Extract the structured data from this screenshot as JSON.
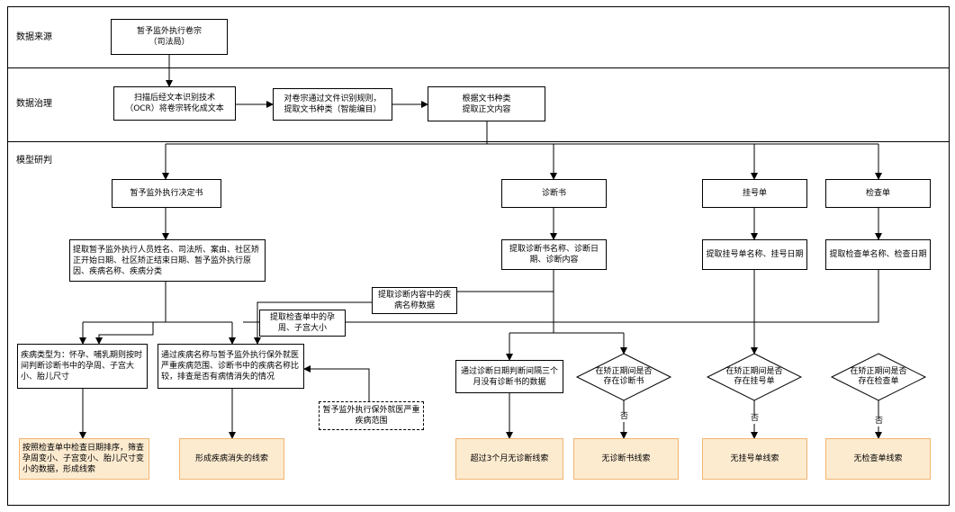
{
  "lanes": {
    "source": "数据来源",
    "governance": "数据治理",
    "research": "模型研判"
  },
  "boxes": {
    "dossier": "暂予监外执行卷宗\n（司法局）",
    "ocr": "扫描后经文本识别技术\n（OCR）将卷宗转化成文本",
    "classify": "对卷宗通过文件识别规则，\n提取文书种类（智能编目）",
    "extract_body": "根据文书种类\n提取正文内容",
    "decision_doc": "暂予监外执行决定书",
    "diagnosis_doc": "诊断书",
    "registration_doc": "挂号单",
    "exam_doc": "检查单",
    "decision_fields": "提取暂予监外执行人员姓名、司法所、案由、社区矫正开始日期、社区矫正结束日期、暂予监外执行原因、疾病名称、疾病分类",
    "diagnosis_fields": "提取诊断书名称、诊断日期、诊断内容",
    "registration_fields": "提取挂号单名称、挂号日期",
    "exam_fields": "提取检查单名称、检查日期",
    "disease_name_from_diag": "提取诊断内容中的疾病名称数据",
    "pregnancy_from_exam": "提取检查单中的孕周、子宫大小",
    "pregnancy_rule": "疾病类型为：怀孕、哺乳期则按时间判断诊断书中的孕周、子宫大小、胎儿尺寸",
    "disease_compare": "通过疾病名称与暂予监外执行保外就医严重疾病范围、诊断书中的疾病名称比较，排查是否有病情消失的情况",
    "severe_scope": "暂予监外执行保外就医严重疾病范围",
    "interval_rule": "通过诊断日期判断间隔三个月没有诊断书的数据",
    "diamond_diag": "在矫正期间是否\n存在诊断书",
    "diamond_reg": "在矫正期间是否\n存在挂号单",
    "diamond_exam": "在矫正期间是否\n存在检查单",
    "no": "否"
  },
  "results": {
    "pregnancy_clue": "按照检查单中检查日期排序，筛查孕周变小、子宫变小、胎儿尺寸变小的数据，形成线索",
    "disease_gone_clue": "形成疾病消失的线索",
    "no_diag_3m_clue": "超过3个月无诊断线索",
    "no_diag_clue": "无诊断书线索",
    "no_reg_clue": "无挂号单线索",
    "no_exam_clue": "无检查单线索"
  },
  "colors": {
    "result_fill": "#fdebd0",
    "result_border": "#f0b470",
    "line": "#000000"
  }
}
